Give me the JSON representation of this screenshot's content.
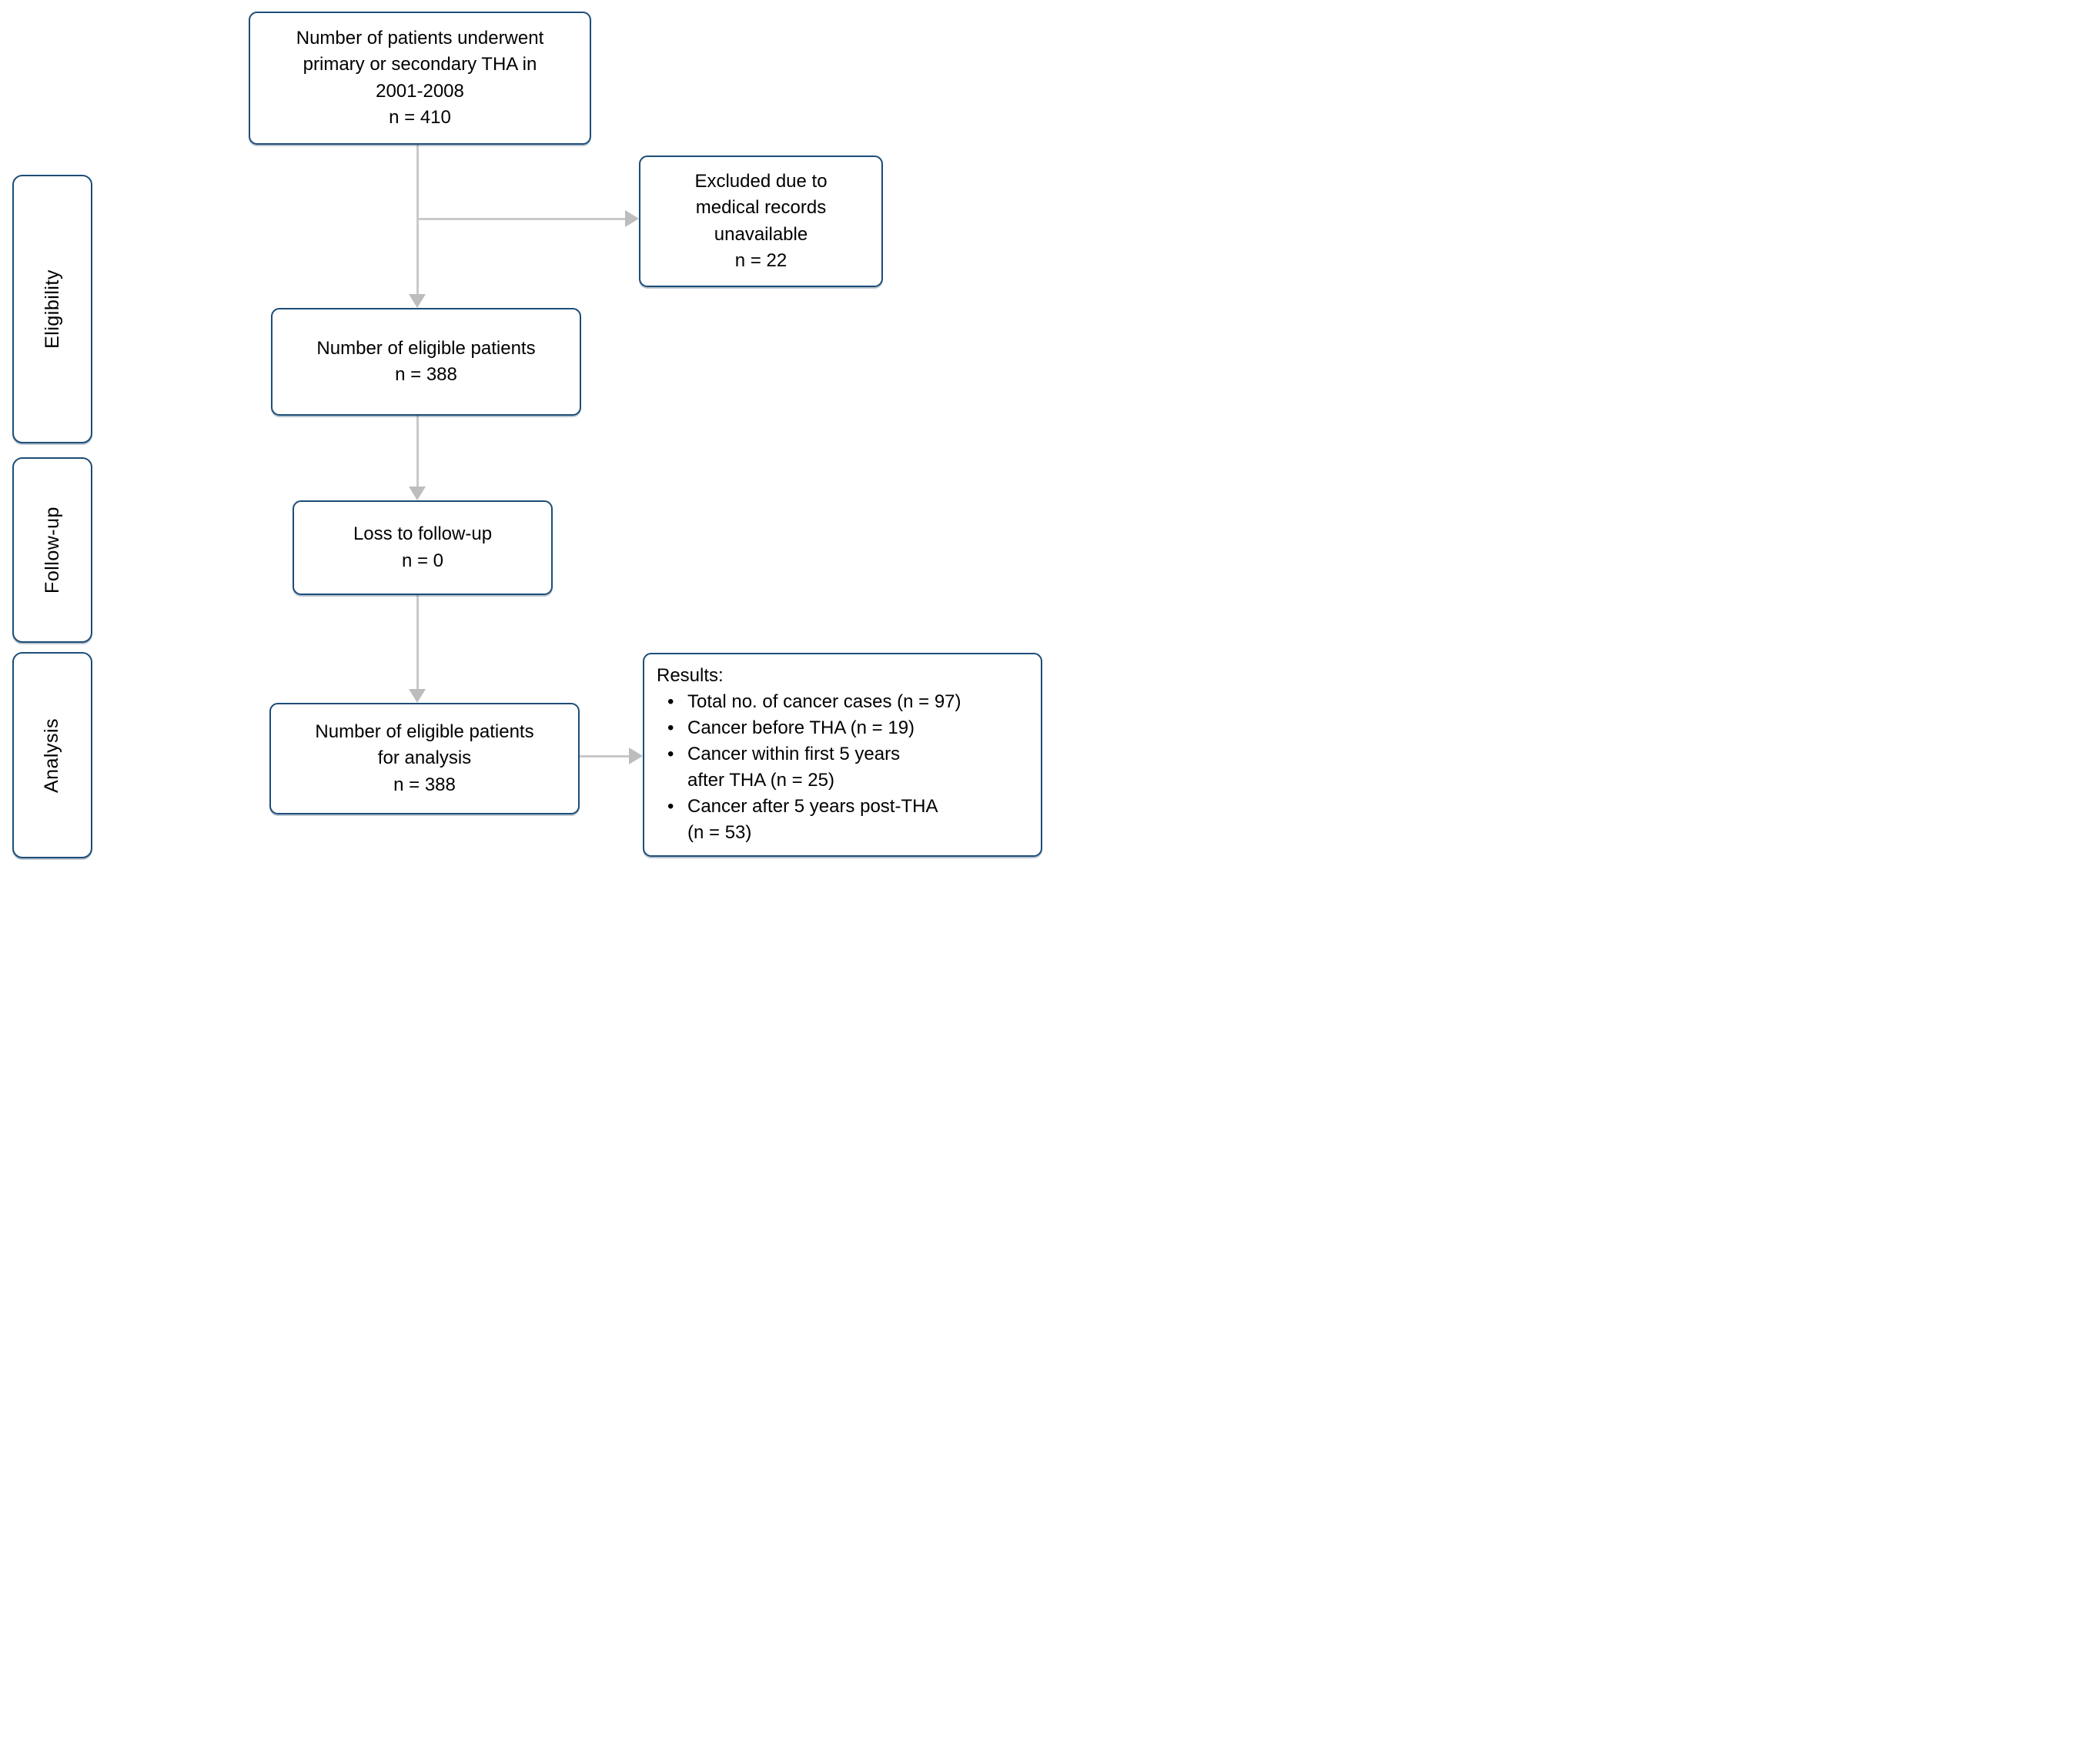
{
  "figure": {
    "type": "patient-flow-diagram",
    "colors": {
      "background": "#ffffff",
      "box_border": "#1d4d78",
      "connector_line": "#c9c9c9",
      "arrowhead": "#bdbdbd",
      "text": "#000000"
    },
    "stages": [
      {
        "label": "Eligibility"
      },
      {
        "label": "Follow-up"
      },
      {
        "label": "Analysis"
      }
    ],
    "boxes": {
      "initial": {
        "label": "Number of patients underwent\nprimary or secondary THA in\n2001-2008",
        "count": "n = 410"
      },
      "excluded": {
        "label": "Excluded due to\nmedical records\nunavailable",
        "count": "n = 22"
      },
      "eligible": {
        "label": "Number of eligible patients",
        "count": "n = 388"
      },
      "loss": {
        "label": "Loss to follow-up",
        "count": "n = 0"
      },
      "analysis": {
        "label": "Number of eligible patients\nfor analysis",
        "count": "n = 388"
      },
      "results": {
        "title": "Results:",
        "bullets": [
          "Total no. of cancer cases (n = 97)",
          "Cancer before THA (n = 19)",
          "Cancer within first 5 years\nafter THA (n = 25)",
          "Cancer after 5 years post-THA\n(n = 53)"
        ]
      }
    }
  }
}
